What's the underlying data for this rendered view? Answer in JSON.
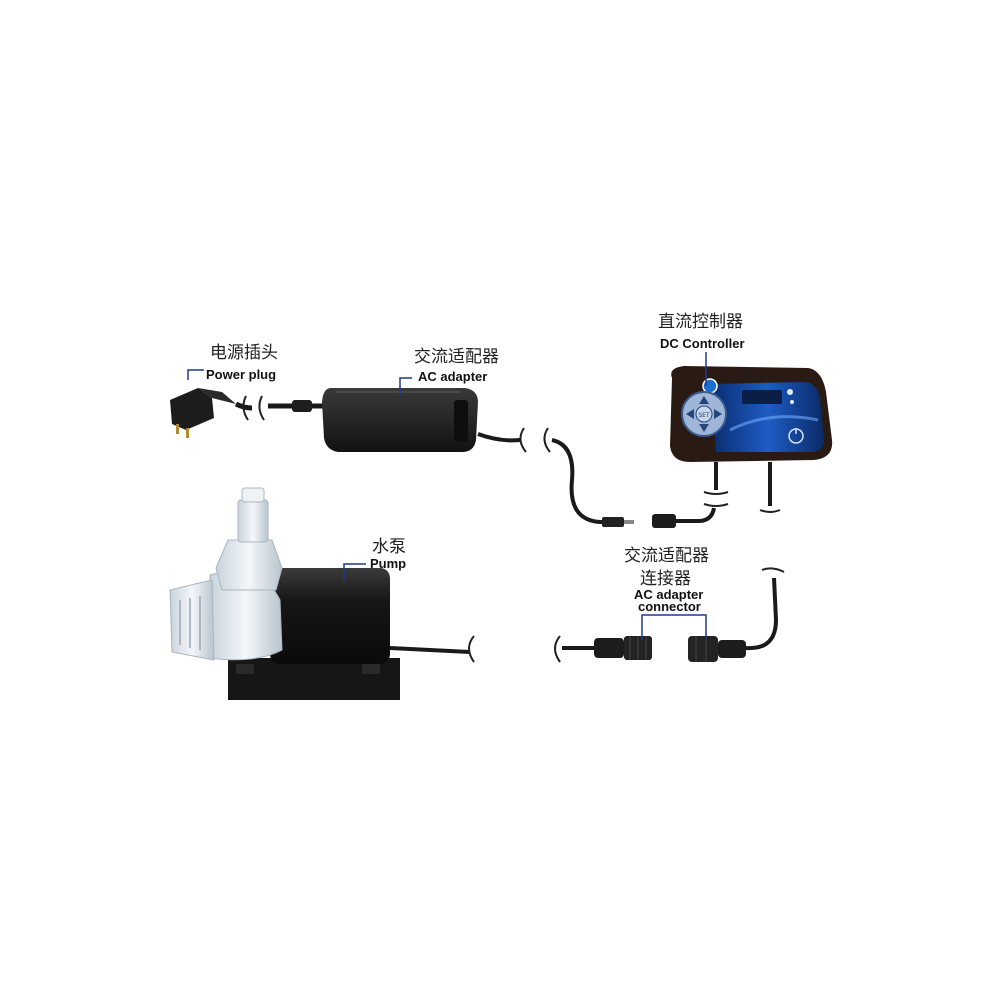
{
  "components": {
    "power_plug": {
      "label_cn": "电源插头",
      "label_en": "Power plug"
    },
    "ac_adapter": {
      "label_cn": "交流适配器",
      "label_en": "AC adapter"
    },
    "dc_controller": {
      "label_cn": "直流控制器",
      "label_en": "DC Controller",
      "button_label": "SET"
    },
    "pump": {
      "label_cn": "水泵",
      "label_en": "Pump"
    },
    "ac_adapter_connector": {
      "label_cn_line1": "交流适配器",
      "label_cn_line2": "连接器",
      "label_en_line1": "AC adapter",
      "label_en_line2": "connector"
    }
  },
  "colors": {
    "callout_line": "#1f3a8a",
    "controller_panel": "#0d3b8c",
    "device_black": "#1a1a1a",
    "pump_clear": "#e6edf2"
  }
}
